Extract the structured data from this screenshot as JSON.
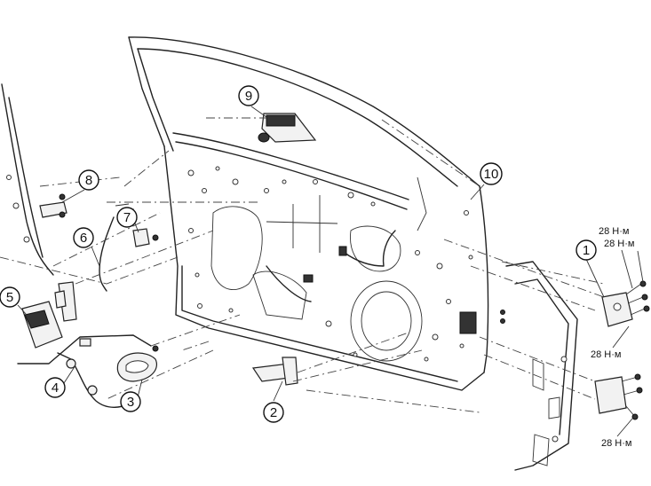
{
  "callouts": [
    {
      "label": "1"
    },
    {
      "label": "2"
    },
    {
      "label": "3"
    },
    {
      "label": "4"
    },
    {
      "label": "5"
    },
    {
      "label": "6"
    },
    {
      "label": "7"
    },
    {
      "label": "8"
    },
    {
      "label": "9"
    },
    {
      "label": "10"
    }
  ],
  "torque": [
    {
      "text": "28 Н·м"
    },
    {
      "text": "28 Н·м"
    },
    {
      "text": "28 Н·м"
    },
    {
      "text": "28 Н·м"
    }
  ]
}
